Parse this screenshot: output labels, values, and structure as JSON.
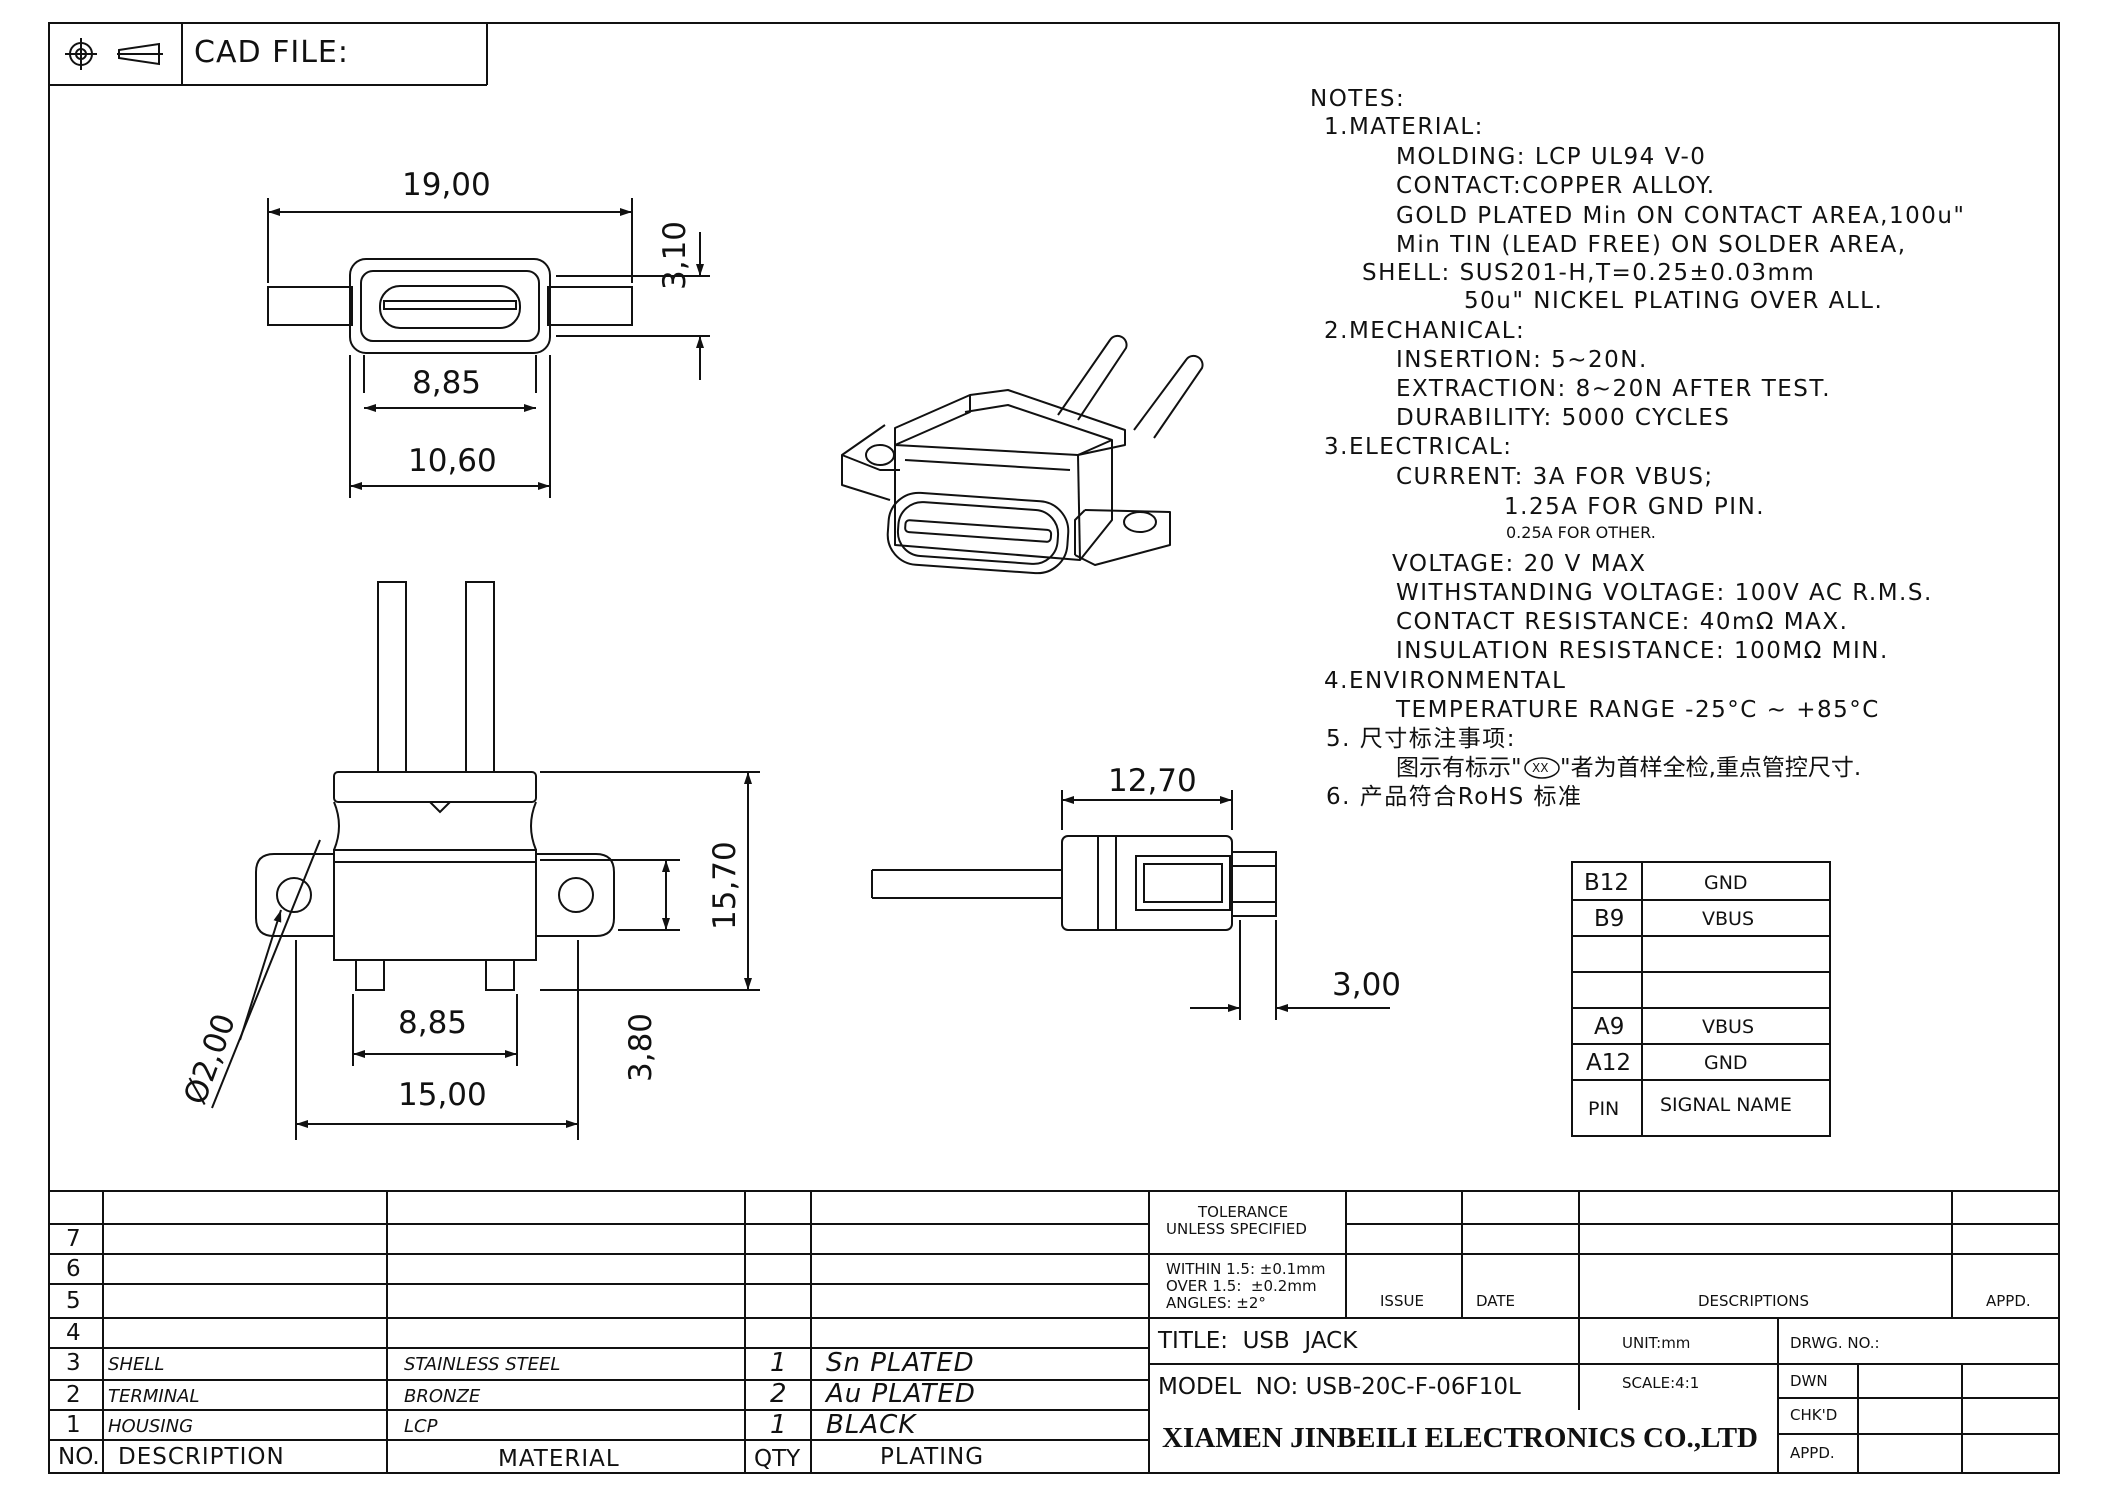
{
  "header": {
    "cad_file_label": "CAD FILE:"
  },
  "dimensions": {
    "top_width": "19,00",
    "top_height": "3,10",
    "top_inner": "8,85",
    "top_body": "10,60",
    "front_height": "15,70",
    "front_diameter": "Ø2,00",
    "front_inner": "8,85",
    "front_overall": "15,00",
    "front_offset": "3,80",
    "side_length": "12,70",
    "side_thickness": "3,00"
  },
  "notes": {
    "heading": "NOTES:",
    "lines": [
      "1.MATERIAL:",
      "MOLDING: LCP UL94 V-0",
      "CONTACT:COPPER ALLOY.",
      "GOLD PLATED Min ON CONTACT AREA,100u\"",
      "Min TIN (LEAD FREE) ON SOLDER AREA,",
      "SHELL: SUS201-H,T=0.25±0.03mm",
      "50u\" NICKEL PLATING OVER ALL.",
      "2.MECHANICAL:",
      "INSERTION: 5~20N.",
      "EXTRACTION: 8~20N AFTER TEST.",
      "DURABILITY: 5000 CYCLES",
      "3.ELECTRICAL:",
      "CURRENT: 3A FOR VBUS;",
      "1.25A FOR GND PIN.",
      "0.25A FOR OTHER.",
      "VOLTAGE: 20 V MAX",
      "WITHSTANDING VOLTAGE: 100V AC R.M.S.",
      "CONTACT RESISTANCE: 40mΩ MAX.",
      "INSULATION RESISTANCE: 100MΩ MIN.",
      "4.ENVIRONMENTAL",
      "TEMPERATURE RANGE -25°C ~ +85°C",
      "5. 尺寸标注事项:",
      "6. 产品符合RoHS 标准"
    ],
    "inspection_pre": "图示有标示\"",
    "inspection_mark": "XX",
    "inspection_post": "\"者为首样全检,重点管控尺寸."
  },
  "pin_table": {
    "rows": [
      {
        "pin": "B12",
        "signal": "GND"
      },
      {
        "pin": "B9",
        "signal": "VBUS"
      },
      {
        "pin": "",
        "signal": ""
      },
      {
        "pin": "A9",
        "signal": "VBUS"
      },
      {
        "pin": "A12",
        "signal": "GND"
      }
    ],
    "header_pin": "PIN",
    "header_signal": "SIGNAL NAME"
  },
  "bom": {
    "row_numbers": [
      "7",
      "6",
      "5",
      "4"
    ],
    "items": [
      {
        "no": "3",
        "description": "SHELL",
        "material": "STAINLESS STEEL",
        "qty": "1",
        "plating": "Sn PLATED"
      },
      {
        "no": "2",
        "description": "TERMINAL",
        "material": "BRONZE",
        "qty": "2",
        "plating": "Au PLATED"
      },
      {
        "no": "1",
        "description": "HOUSING",
        "material": "LCP",
        "qty": "1",
        "plating": "BLACK"
      }
    ],
    "headers": {
      "no": "NO.",
      "description": "DESCRIPTION",
      "material": "MATERIAL",
      "qty": "QTY",
      "plating": "PLATING"
    }
  },
  "title_block": {
    "tolerance_1": "TOLERANCE",
    "tolerance_2": "UNLESS SPECIFIED",
    "within": "WITHIN 1.5: ±0.1mm",
    "over": "OVER 1.5:  ±0.2mm",
    "angles": "ANGLES: ±2°",
    "issue": "ISSUE",
    "date": "DATE",
    "descriptions": "DESCRIPTIONS",
    "appd_rev": "APPD.",
    "title": "TITLE:  USB  JACK",
    "unit": "UNIT:mm",
    "drwg_no": "DRWG. NO.:",
    "model": "MODEL  NO: USB-20C-F-06F10L",
    "scale": "SCALE:4:1",
    "dwn": "DWN",
    "chkd": "CHK'D",
    "appd": "APPD.",
    "company": "XIAMEN JINBEILI ELECTRONICS CO.,LTD"
  },
  "colors": {
    "ink": "#111111",
    "paper": "#ffffff"
  }
}
